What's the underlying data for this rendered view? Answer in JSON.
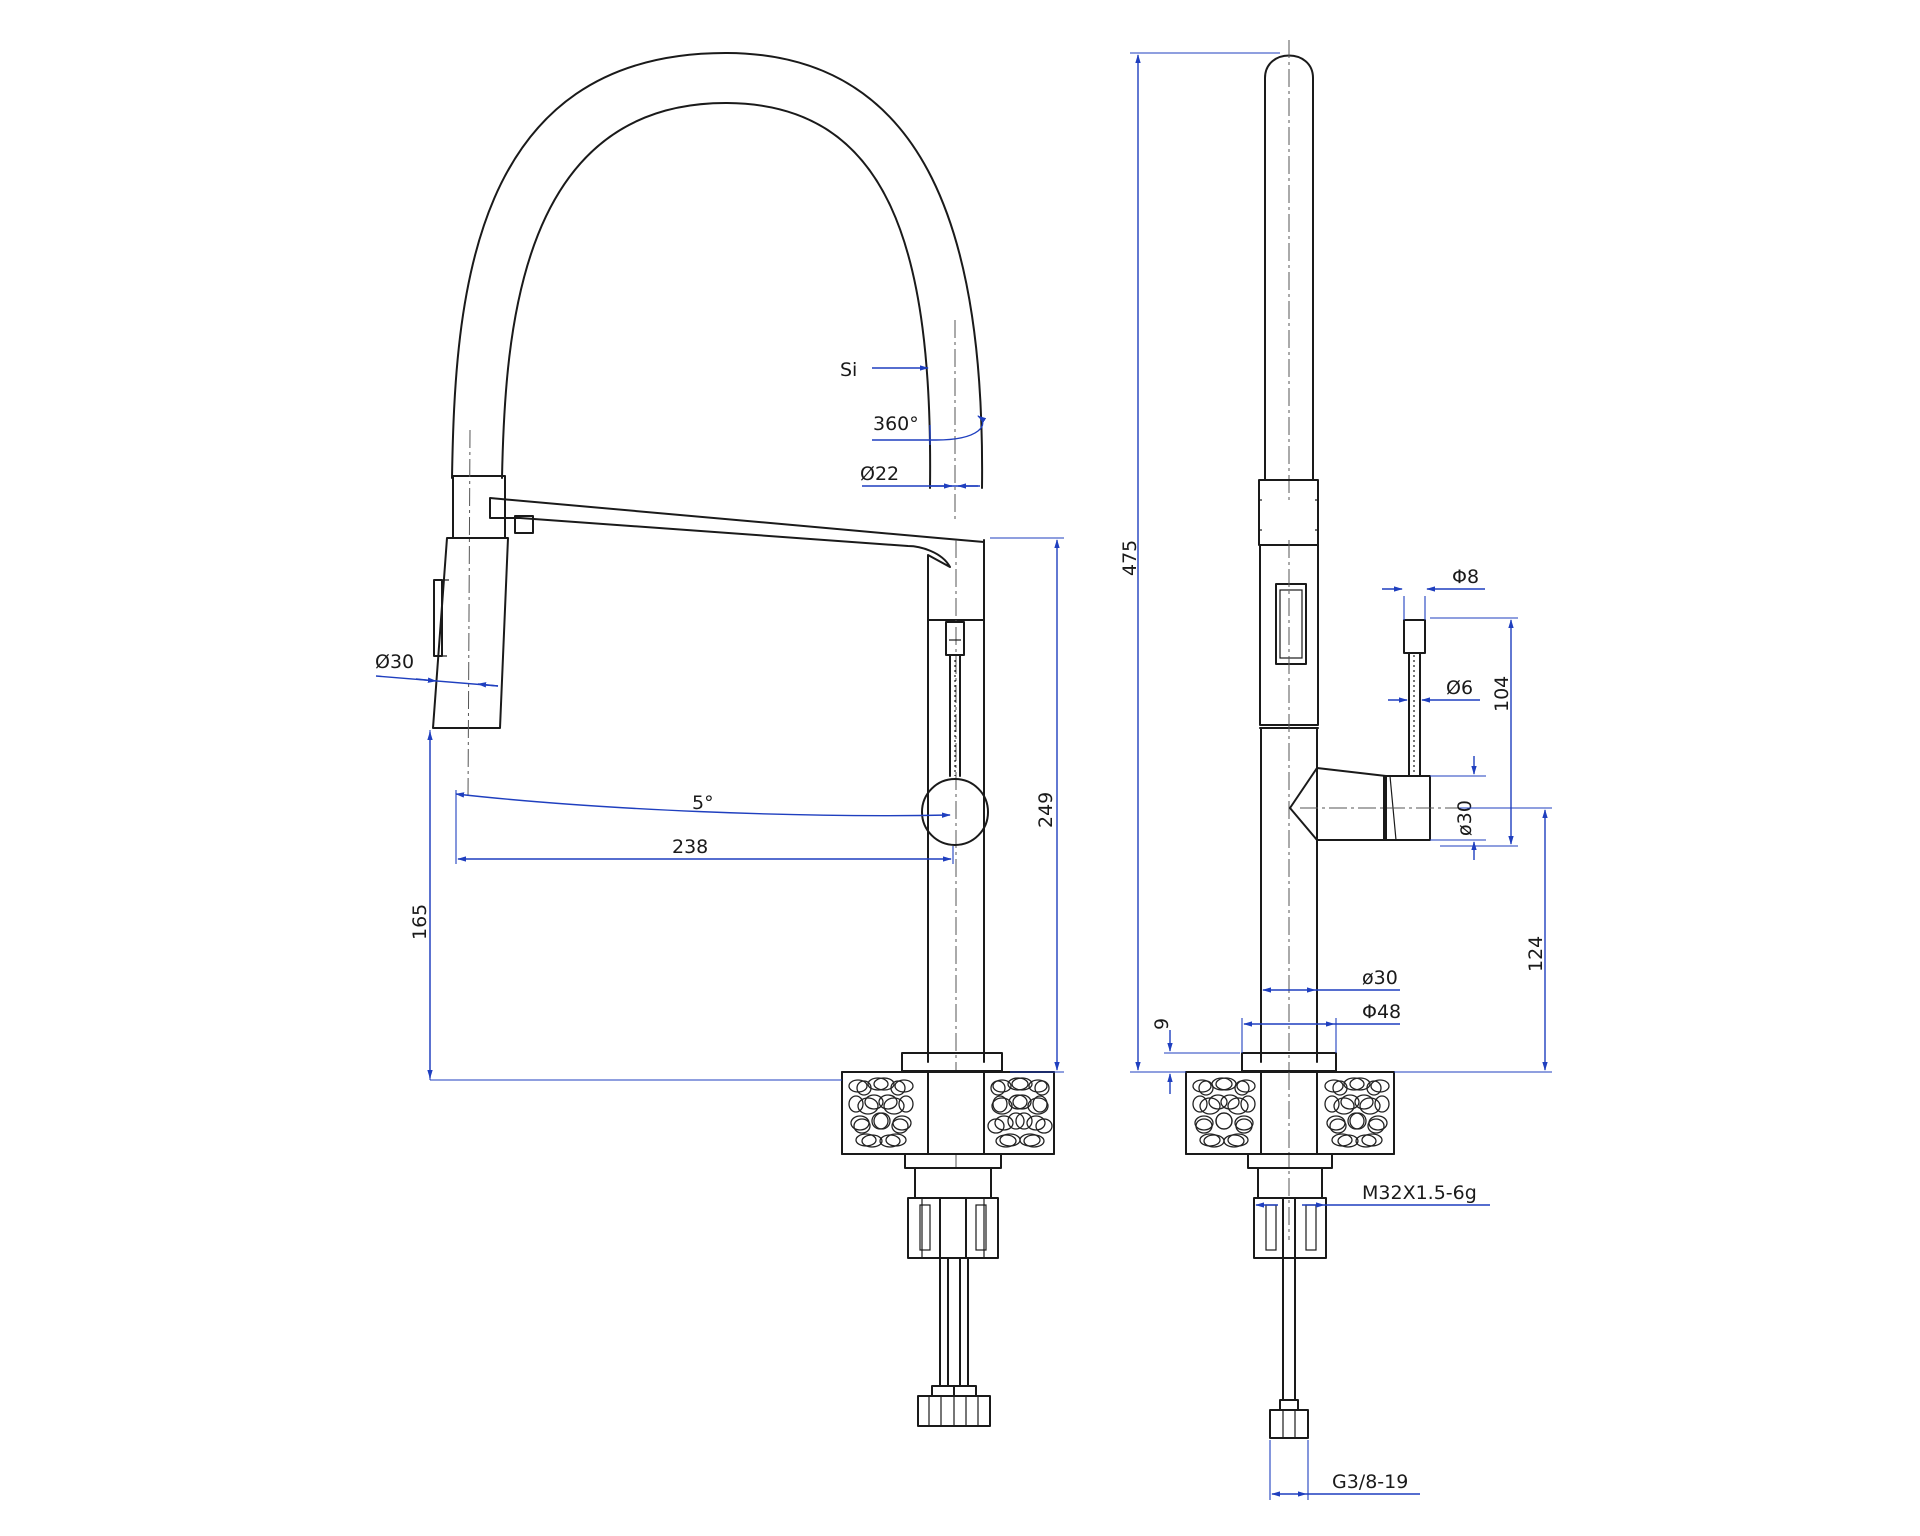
{
  "colors": {
    "outline": "#1a1a1a",
    "dimension": "#1f3fbf",
    "background": "#ffffff"
  },
  "front_view": {
    "labels": {
      "si": "Si",
      "swivel": "360°",
      "spout_diameter": "Ø22",
      "head_diameter": "Ø30",
      "angle": "5°",
      "reach": "238",
      "height_body": "249",
      "height_outlet": "165"
    }
  },
  "side_view": {
    "labels": {
      "total_height": "475",
      "lever_tip_diameter": "Φ8",
      "lever_height": "104",
      "lever_rod_diameter": "Ø6",
      "handle_diameter": "ø30",
      "handle_height": "124",
      "body_diameter": "ø30",
      "base_diameter": "Φ48",
      "base_height": "9",
      "thread": "M32X1.5-6g",
      "hose_connection": "G3/8-19"
    }
  }
}
